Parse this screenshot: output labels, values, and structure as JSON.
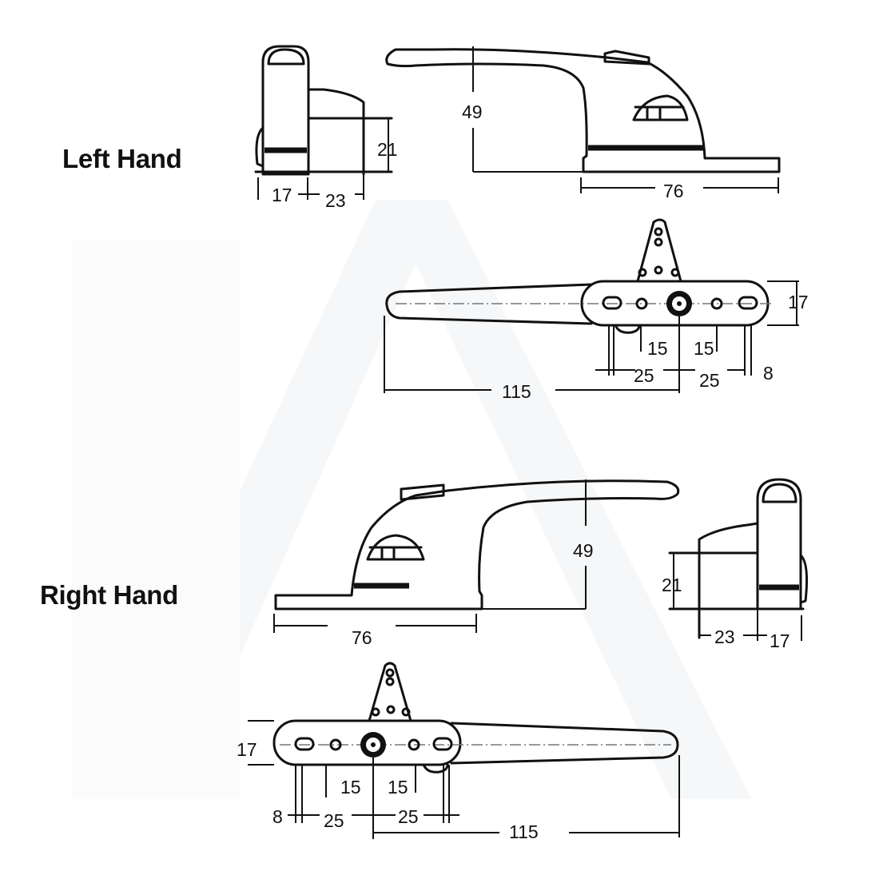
{
  "labels": {
    "left_hand": "Left Hand",
    "right_hand": "Right Hand"
  },
  "left_hand": {
    "end_view": {
      "width_a": "17",
      "width_b": "23",
      "height": "21"
    },
    "side_view": {
      "height": "49",
      "base_length": "76"
    },
    "top_view": {
      "width": "17",
      "hole_spacing_inner_left": "15",
      "hole_spacing_inner_right": "15",
      "hole_spacing_outer_left": "25",
      "hole_spacing_outer_right": "25",
      "slot_width": "8",
      "handle_length": "115"
    }
  },
  "right_hand": {
    "end_view": {
      "width_a": "23",
      "width_b": "17",
      "height": "21"
    },
    "side_view": {
      "height": "49",
      "base_length": "76"
    },
    "top_view": {
      "width": "17",
      "hole_spacing_inner_left": "15",
      "hole_spacing_inner_right": "15",
      "hole_spacing_outer_left": "25",
      "hole_spacing_outer_right": "25",
      "slot_width": "8",
      "handle_length": "115"
    }
  },
  "colors": {
    "line": "#111111",
    "background": "#ffffff",
    "watermark": "#f4f5f7"
  }
}
